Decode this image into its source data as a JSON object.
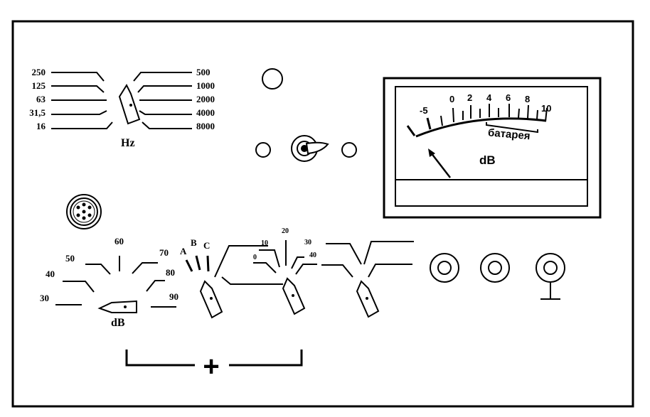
{
  "frequency_selector": {
    "left_labels": [
      "250",
      "125",
      "63",
      "31,5",
      "16"
    ],
    "right_labels": [
      "500",
      "1000",
      "2000",
      "4000",
      "8000"
    ],
    "unit": "Hz"
  },
  "meter": {
    "scale_labels": [
      "-5",
      "0",
      "2",
      "4",
      "6",
      "8",
      "10"
    ],
    "battery_label": "батарея",
    "unit": "dB"
  },
  "level_selector": {
    "labels": [
      "30",
      "40",
      "50",
      "60",
      "70",
      "80",
      "90"
    ],
    "unit": "dB"
  },
  "weighting_selector": {
    "labels": [
      "A",
      "B",
      "C"
    ]
  },
  "attenuator_selector": {
    "labels": [
      "0",
      "10",
      "20",
      "30",
      "40"
    ]
  },
  "sum_symbol": "+"
}
